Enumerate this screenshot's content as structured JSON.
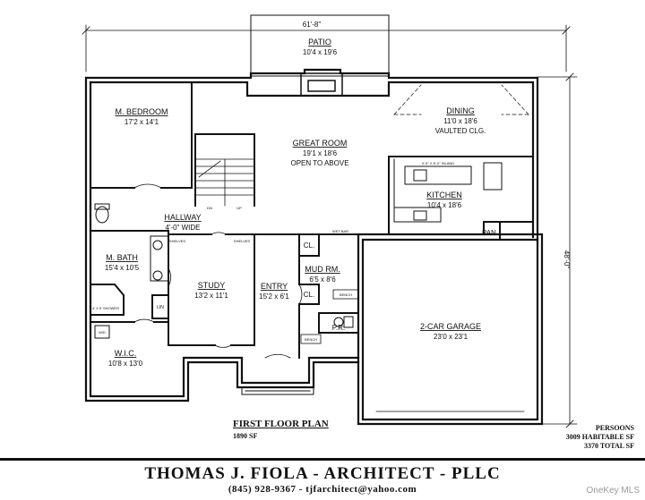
{
  "overall_width": "61'-8\"",
  "overall_depth": "48'-0\"",
  "rooms": {
    "patio": {
      "name": "PATIO",
      "size": "10'4 x 19'6"
    },
    "master_bedroom": {
      "name": "M. BEDROOM",
      "size": "17'2 x 14'1"
    },
    "great_room": {
      "name": "GREAT ROOM",
      "size": "19'1 x 18'6",
      "note": "OPEN TO ABOVE"
    },
    "dining": {
      "name": "DINING",
      "size": "11'0 x 18'6",
      "note": "VAULTED CLG."
    },
    "kitchen": {
      "name": "KITCHEN",
      "size": "10'4 x 18'6",
      "island": "3'-6\" X 8'-0\" ISLAND"
    },
    "hallway": {
      "name": "HALLWAY",
      "size": "4'-0\" WIDE"
    },
    "master_bath": {
      "name": "M. BATH",
      "size": "15'4 x 10'5"
    },
    "study": {
      "name": "STUDY",
      "size": "13'2 x 11'1"
    },
    "entry": {
      "name": "ENTRY",
      "size": "15'2 x 6'1"
    },
    "mud_room": {
      "name": "MUD RM.",
      "size": "6'5 x 8'6"
    },
    "garage": {
      "name": "2-CAR GARAGE",
      "size": "23'0 x 23'1"
    },
    "wic": {
      "name": "W.I.C.",
      "size": "10'8 x 13'0"
    }
  },
  "small_labels": {
    "pantry": "PAN.",
    "closet": "CL.",
    "powder": "P.R.",
    "linen": "LIN",
    "shelves": "SHELVES",
    "bench": "BENCH",
    "wet_bar": "WET BAR",
    "shower": "4' X 5' SHOWER",
    "up": "UP",
    "dn": "DN",
    "wd": "W/D"
  },
  "floor_plan": {
    "title": "FIRST FLOOR PLAN",
    "sf": "1890 SF"
  },
  "project": {
    "name": "PERSOONS",
    "habitable": "3009 HABITABLE SF",
    "total": "3370 TOTAL SF"
  },
  "firm": {
    "name": "THOMAS J. FIOLA - ARCHITECT - PLLC",
    "contact": "(845) 928-9367 - tjfarchitect@yahoo.com"
  },
  "watermark": "OneKey MLS"
}
